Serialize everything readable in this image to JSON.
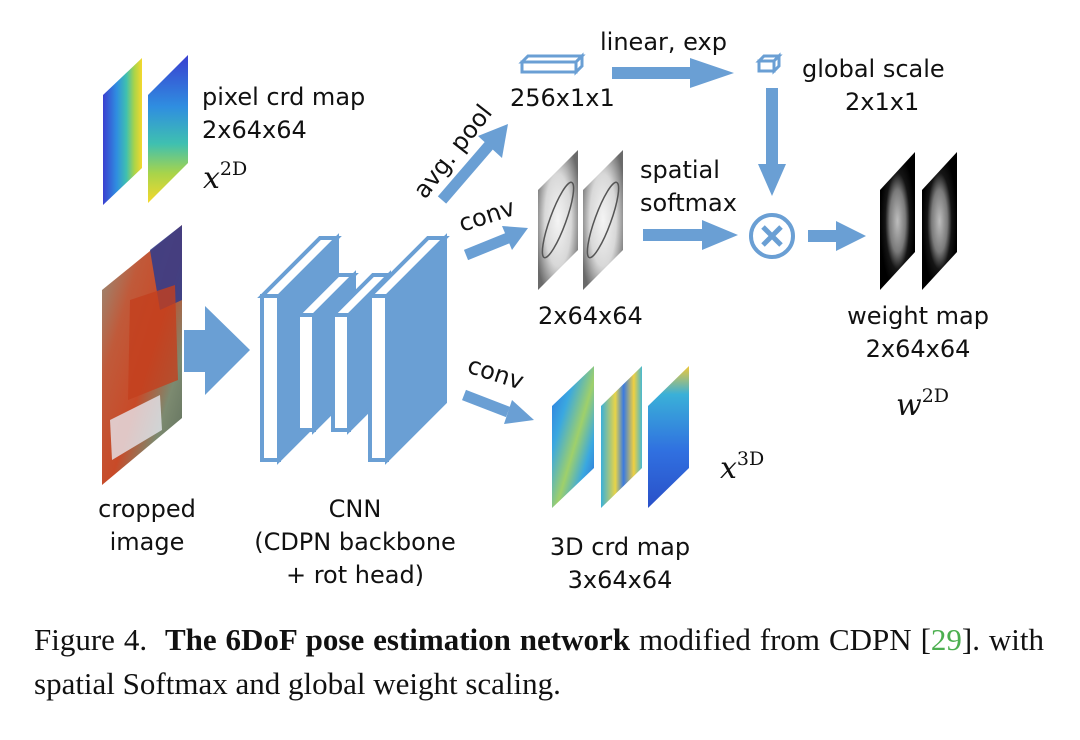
{
  "colors": {
    "accent": "#6a9fd4",
    "text": "#111111",
    "citation": "#4caf50"
  },
  "diagram": {
    "pixel_map": {
      "title": "pixel crd map",
      "dims": "2x64x64",
      "symbol": "x",
      "superscript": "2D"
    },
    "input": {
      "line1": "cropped",
      "line2": "image"
    },
    "cnn": {
      "line1": "CNN",
      "line2": "(CDPN backbone",
      "line3": "+ rot head)"
    },
    "avg_pool": {
      "label": "avg. pool",
      "dims": "256x1x1"
    },
    "linear_exp": {
      "label": "linear, exp"
    },
    "global_scale": {
      "title": "global scale",
      "dims": "2x1x1"
    },
    "conv_top": {
      "label": "conv"
    },
    "softmax_maps": {
      "dims": "2x64x64"
    },
    "spatial_softmax": {
      "line1": "spatial",
      "line2": "softmax"
    },
    "multiply": {
      "icon": "multiply-circle-icon"
    },
    "weight_map": {
      "title": "weight map",
      "dims": "2x64x64",
      "symbol": "w",
      "superscript": "2D"
    },
    "conv_bottom": {
      "label": "conv"
    },
    "crd3d_map": {
      "title": "3D crd map",
      "dims": "3x64x64",
      "symbol": "x",
      "superscript": "3D"
    }
  },
  "caption": {
    "figure_label": "Figure 4.",
    "bold_title": "The 6DoF pose estimation network",
    "text_before_cite": "modified from CDPN [",
    "citation": "29",
    "text_after_cite": "]. with spatial Softmax and global weight scaling."
  }
}
